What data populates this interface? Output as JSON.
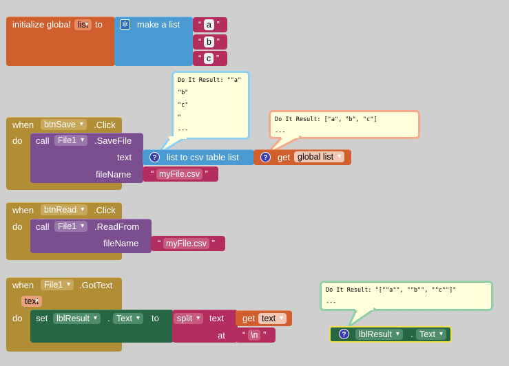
{
  "init": {
    "prefix": "initialize global",
    "var": "list",
    "to": "to",
    "make_list": "make a list",
    "items": [
      "a",
      "b",
      "c"
    ]
  },
  "bubble1": {
    "lines": [
      "Do It Result: \"\"a\"",
      "\"b\"",
      "\"c\"",
      "\"",
      "---"
    ]
  },
  "bubble2": {
    "lines": [
      "Do It Result: [\"a\", \"b\", \"c\"]",
      "---"
    ]
  },
  "bubble3": {
    "lines": [
      "Do It Result: \"[\"\"a\"\", \"\"b\"\", \"\"c\"\"]\"",
      "---"
    ]
  },
  "save": {
    "when": "when",
    "component": "btnSave",
    "event": ".Click",
    "do": "do",
    "call": "call",
    "file": "File1",
    "method": ".SaveFile",
    "text_label": "text",
    "csv_block": "list to csv table  list",
    "get": "get",
    "global_list": "global list",
    "filename_label": "fileName",
    "filename": "myFile.csv"
  },
  "read": {
    "when": "when",
    "component": "btnRead",
    "event": ".Click",
    "do": "do",
    "call": "call",
    "file": "File1",
    "method": ".ReadFrom",
    "filename_label": "fileName",
    "filename": "myFile.csv"
  },
  "gottext": {
    "when": "when",
    "component": "File1",
    "event": ".GotText",
    "param": "text",
    "do": "do",
    "set": "set",
    "target": "lblResult",
    "dot": ".",
    "prop": "Text",
    "to": "to",
    "split": "split",
    "text_label": "text",
    "get": "get",
    "get_var": "text",
    "at_label": "at",
    "sep": "\\n"
  },
  "floating": {
    "target": "lblResult",
    "dot": ".",
    "prop": "Text"
  },
  "colors": {
    "event": "#b18e35",
    "call": "#7a4e8f",
    "list": "#4a9bd4",
    "string": "#b32d5e",
    "variable": "#d05f2d",
    "setter": "#266643",
    "split": "#b32d5e"
  }
}
